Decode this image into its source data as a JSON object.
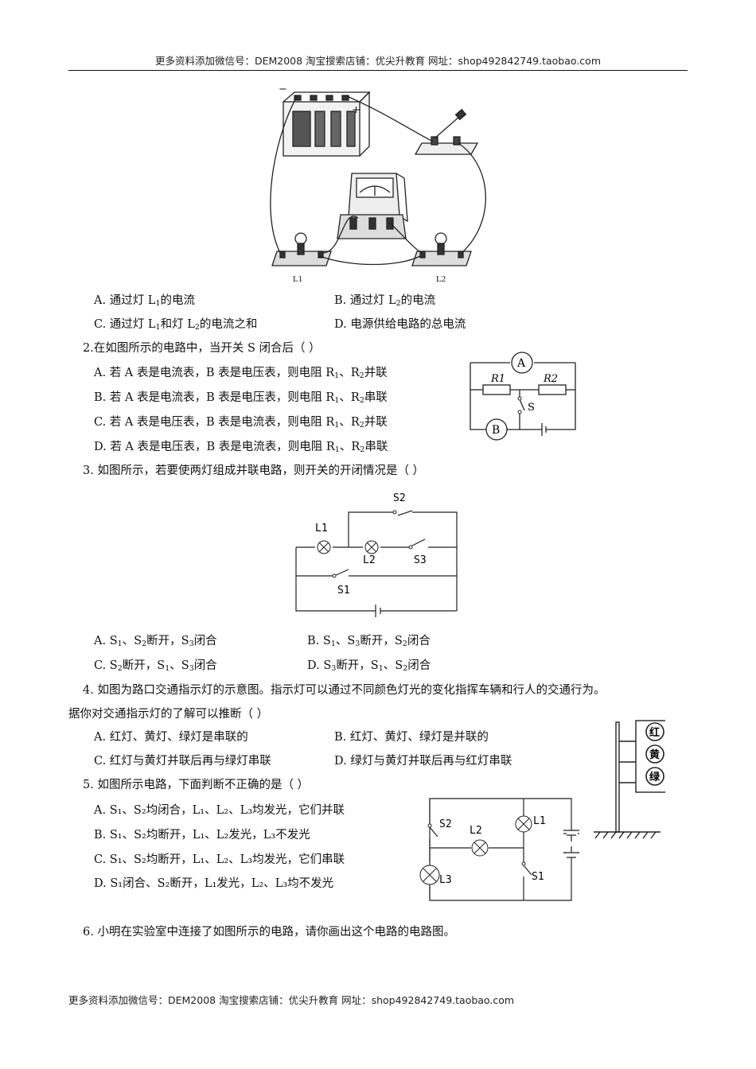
{
  "header": {
    "text": "更多资料添加微信号：DEM2008  淘宝搜索店铺：优尖升教育  网址：shop492842749.taobao.com"
  },
  "footer": {
    "text": "更多资料添加微信号：DEM2008  淘宝搜索店铺：优尖升教育  网址：shop492842749.taobao.com"
  },
  "q1": {
    "figure_labels": {
      "minus": "−",
      "plus": "+",
      "lamp1": "L1",
      "lamp2": "L2"
    },
    "options": [
      {
        "pre": "A. 通过灯 L",
        "sub1": "1",
        "post": "的电流"
      },
      {
        "pre": "B. 通过灯 L",
        "sub1": "2",
        "post": "的电流"
      },
      {
        "pre": "C. 通过灯 L",
        "sub1": "1",
        "mid": "和灯 L",
        "sub2": "2",
        "post": "的电流之和"
      },
      {
        "text": "D. 电源供给电路的总电流"
      }
    ]
  },
  "q2": {
    "stem": "2.在如图所示的电路中，当开关 S 闭合后（        ）",
    "options": [
      {
        "pre": "A. 若 A 表是电流表，B 表是电压表，则电阻 R",
        "sub1": "1",
        "mid": "、R",
        "sub2": "2",
        "post": "并联"
      },
      {
        "pre": "B. 若 A 表是电流表，B 表是电压表，则电阻 R",
        "sub1": "1",
        "mid": "、R",
        "sub2": "2",
        "post": "串联"
      },
      {
        "pre": "C. 若 A 表是电压表，B 表是电流表，则电阻 R",
        "sub1": "1",
        "mid": "、R",
        "sub2": "2",
        "post": "并联"
      },
      {
        "pre": "D. 若 A 表是电压表，B 表是电流表，则电阻 R",
        "sub1": "1",
        "mid": "、R",
        "sub2": "2",
        "post": "串联"
      }
    ],
    "figure_labels": {
      "meter_a": "A",
      "meter_b": "B",
      "r1": "R1",
      "r2": "R2",
      "switch": "S"
    }
  },
  "q3": {
    "stem": "3. 如图所示，若要使两灯组成并联电路，则开关的开闭情况是（         ）",
    "figure_labels": {
      "s1": "S1",
      "s2": "S2",
      "s3": "S3",
      "l1": "L1",
      "l2": "L2"
    },
    "options": [
      {
        "pre": "A. S",
        "sub1": "1",
        "mid": "、S",
        "sub2": "2",
        "mid2": "断开，S",
        "sub3": "3",
        "post": "闭合"
      },
      {
        "pre": "B. S",
        "sub1": "1",
        "mid": "、S",
        "sub2": "3",
        "mid2": "断开，S",
        "sub3": "2",
        "post": "闭合"
      },
      {
        "pre": "C. S",
        "sub1": "2",
        "mid": "断开，S",
        "sub2": "1",
        "mid2": "、S",
        "sub3": "3",
        "post": "闭合"
      },
      {
        "pre": "D. S",
        "sub1": "3",
        "mid": "断开，S",
        "sub2": "1",
        "mid2": "、S",
        "sub3": "2",
        "post": "闭合"
      }
    ]
  },
  "q4": {
    "stem_line1": "4. 如图为路口交通指示灯的示意图。指示灯可以通过不同颜色灯光的变化指挥车辆和行人的交通行为。",
    "stem_line2": "据你对交通指示灯的了解可以推断（      ）",
    "options": [
      "A. 红灯、黄灯、绿灯是串联的",
      "B. 红灯、黄灯、绿灯是并联的",
      "C. 红灯与黄灯并联后再与绿灯串联",
      "D. 绿灯与黄灯并联后再与红灯串联"
    ],
    "figure_labels": {
      "red": "红",
      "yellow": "黄",
      "green": "绿"
    }
  },
  "q5": {
    "stem": "5. 如图所示电路，下面判断不正确的是（      ）",
    "options": [
      {
        "text": "A. S₁、S₂均闭合，L₁、L₂、L₃均发光，它们并联"
      },
      {
        "text": "B. S₁、S₂均断开，L₁、L₂发光，L₃不发光"
      },
      {
        "text": "C. S₁、S₂均断开，L₁、L₂、L₃均发光，它们串联"
      },
      {
        "text": "D. S₁闭合、S₂断开，L₁发光，L₂、L₃均不发光"
      }
    ],
    "figure_labels": {
      "s1": "S1",
      "s2": "S2",
      "l1": "L1",
      "l2": "L2",
      "l3": "L3"
    }
  },
  "q6": {
    "stem": "6. 小明在实验室中连接了如图所示的电路，请你画出这个电路的电路图。"
  }
}
